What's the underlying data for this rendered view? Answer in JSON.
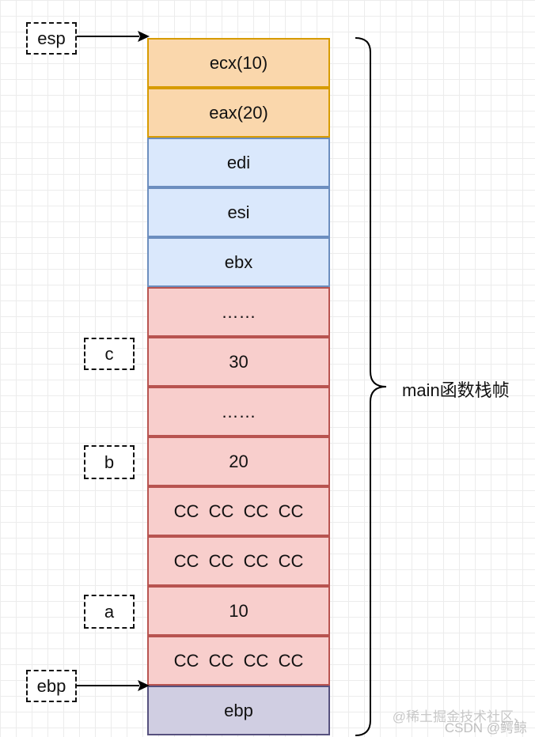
{
  "stack_cells": [
    {
      "text": "ecx(10)",
      "color": "orange"
    },
    {
      "text": "eax(20)",
      "color": "orange"
    },
    {
      "text": "edi",
      "color": "blue"
    },
    {
      "text": "esi",
      "color": "blue"
    },
    {
      "text": "ebx",
      "color": "blue"
    },
    {
      "text": "……",
      "color": "red"
    },
    {
      "text": "30",
      "color": "red"
    },
    {
      "text": "……",
      "color": "red"
    },
    {
      "text": "20",
      "color": "red"
    },
    {
      "text": "CC  CC  CC  CC",
      "color": "red"
    },
    {
      "text": "CC  CC  CC  CC",
      "color": "red"
    },
    {
      "text": "10",
      "color": "red"
    },
    {
      "text": "CC  CC  CC  CC",
      "color": "red"
    },
    {
      "text": "ebp",
      "color": "purple"
    }
  ],
  "pointers": {
    "esp": "esp",
    "ebp": "ebp"
  },
  "variables": {
    "c": "c",
    "b": "b",
    "a": "a"
  },
  "brace_label": "main函数栈帧",
  "watermark": {
    "line1": "@稀土掘金技术社区、",
    "line2": "CSDN @鳄鲸"
  },
  "colors": {
    "orange_fill": "#fad7ac",
    "blue_fill": "#dae8fc",
    "red_fill": "#f8cecc",
    "purple_fill": "#d0cee2"
  }
}
